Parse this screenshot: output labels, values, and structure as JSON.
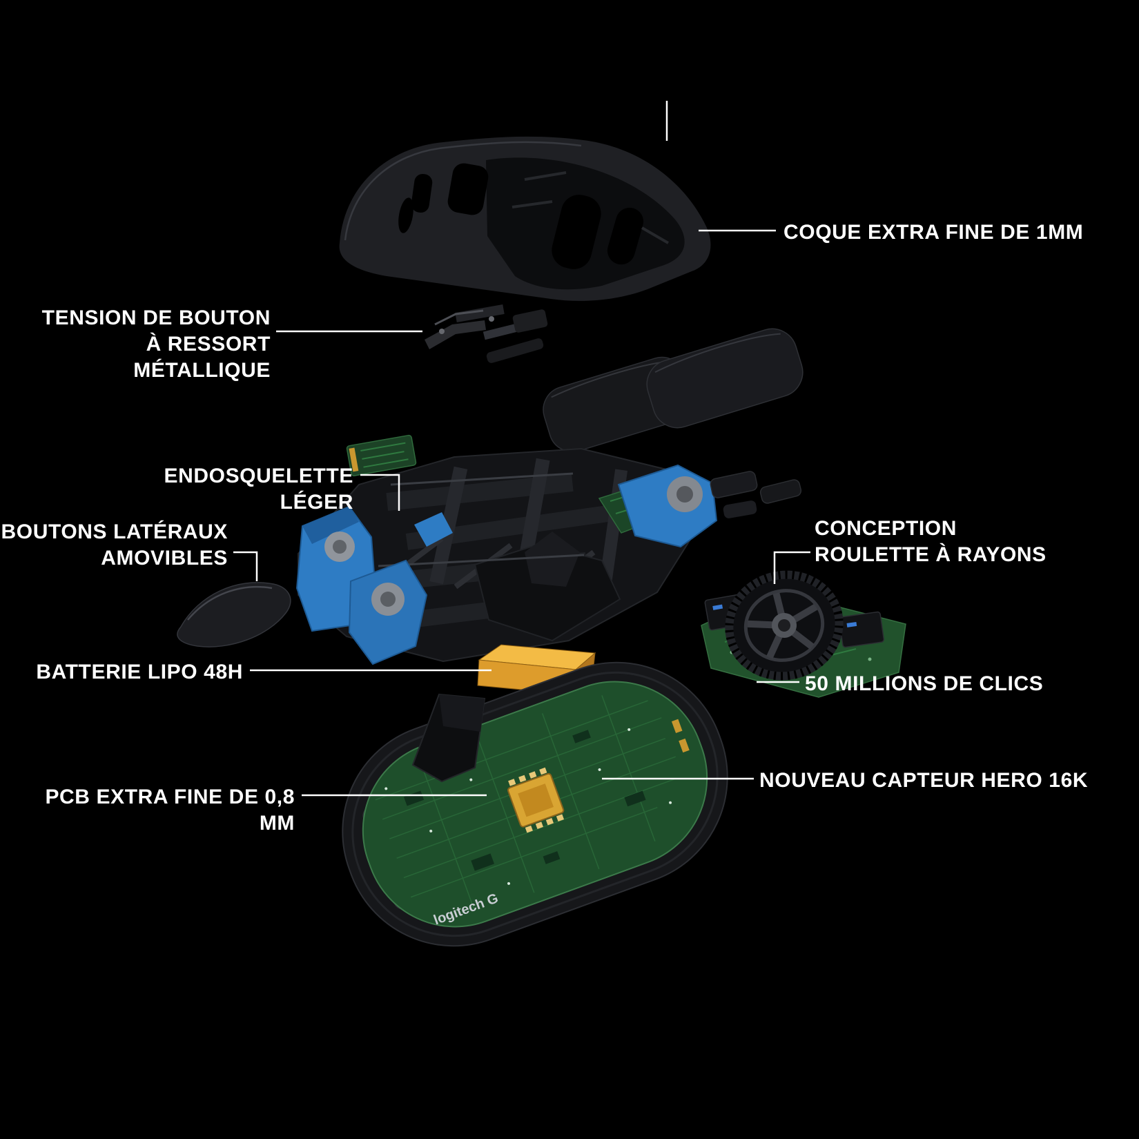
{
  "canvas": {
    "background": "#000000"
  },
  "labels": {
    "shell": {
      "text": "COQUE EXTRA FINE DE 1MM"
    },
    "spring": {
      "text": "TENSION DE BOUTON\nÀ RESSORT MÉTALLIQUE"
    },
    "endoskeleton": {
      "text": "ENDOSQUELETTE LÉGER"
    },
    "side_buttons": {
      "text": "BOUTONS LATÉRAUX\nAMOVIBLES"
    },
    "battery": {
      "text": "BATTERIE LIPO 48H"
    },
    "pcb": {
      "text": "PCB EXTRA FINE DE 0,8 MM"
    },
    "wheel": {
      "text": "CONCEPTION\nROULETTE À RAYONS"
    },
    "clicks": {
      "text": "50 MILLIONS DE CLICS"
    },
    "sensor": {
      "text": "NOUVEAU CAPTEUR HERO 16K"
    }
  },
  "pcb_silkscreen": "logitech G",
  "colors": {
    "text": "#ffffff",
    "leader_line": "#ffffff",
    "battery_yellow": "#e8a63a",
    "pcb_green": "#1f512c",
    "accent_blue": "#2e7cc4",
    "sensor_gold": "#d9a533"
  }
}
